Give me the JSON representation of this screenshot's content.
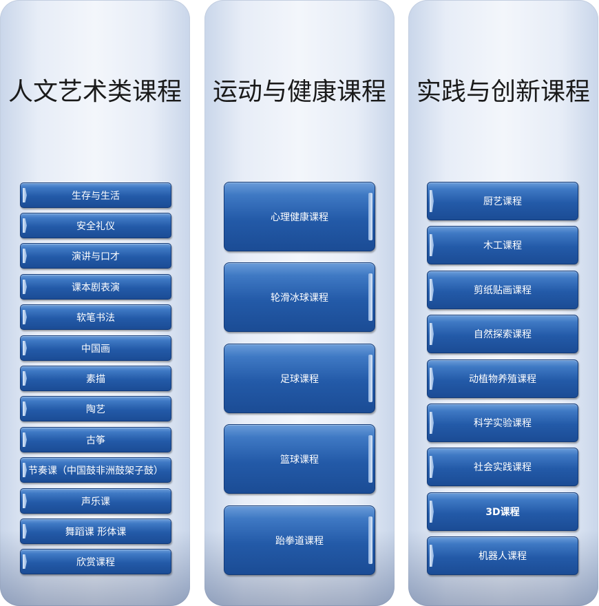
{
  "columns": [
    {
      "title": "人文艺术类课程",
      "items": [
        "生存与生活",
        "安全礼仪",
        "演讲与口才",
        "课本剧表演",
        "软笔书法",
        "中国画",
        "素描",
        "陶艺",
        "古筝",
        "节奏课（中国鼓非洲鼓架子鼓）",
        "声乐课",
        "舞蹈课 形体课",
        "欣赏课程"
      ]
    },
    {
      "title": "运动与健康课程",
      "items": [
        "心理健康课程",
        "轮滑冰球课程",
        "足球课程",
        "篮球课程",
        "跆拳道课程"
      ]
    },
    {
      "title": "实践与创新课程",
      "items": [
        "厨艺课程",
        "木工课程",
        "剪纸贴画课程",
        "自然探索课程",
        "动植物养殖课程",
        "科学实验课程",
        "社会实践课程",
        "3D课程",
        "机器人课程"
      ]
    }
  ]
}
